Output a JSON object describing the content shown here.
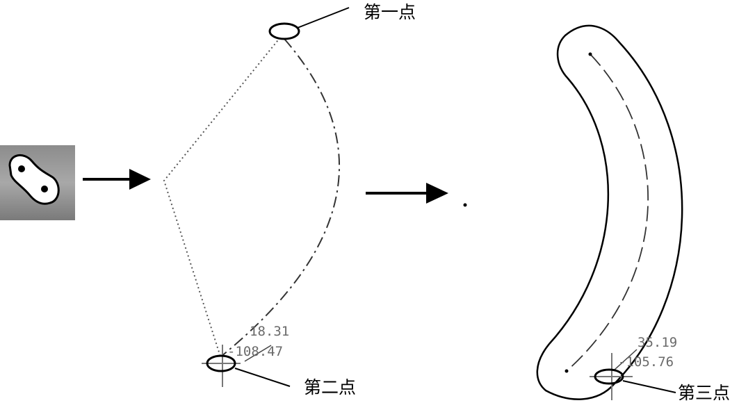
{
  "tool_icon": {
    "name": "slot-icon",
    "background": "#9a9a9a"
  },
  "labels": {
    "point1": "第一点",
    "point2": "第二点",
    "point3": "第三点"
  },
  "coords": {
    "step2": {
      "x": "18.31",
      "y": "-108.47"
    },
    "step3": {
      "x": "35.19",
      "y": "-105.76"
    }
  },
  "arrows": [
    "arrow-right-icon",
    "arrow-right-icon"
  ]
}
